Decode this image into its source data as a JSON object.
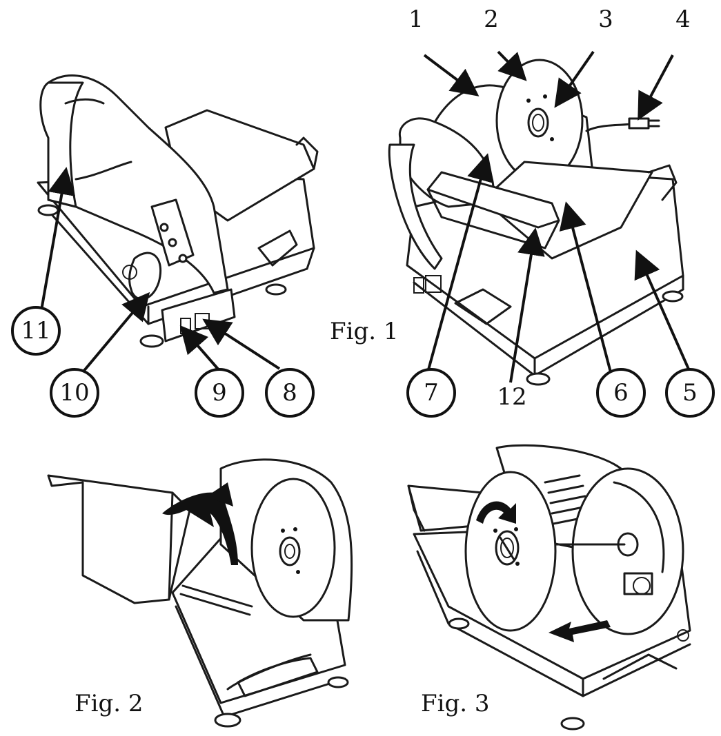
{
  "figures": {
    "fig1": {
      "caption": "Fig. 1"
    },
    "fig2": {
      "caption": "Fig. 2"
    },
    "fig3": {
      "caption": "Fig. 3"
    }
  },
  "callouts_top": [
    "1",
    "2",
    "3",
    "4"
  ],
  "callouts_circled": [
    "5",
    "6",
    "7",
    "8",
    "9",
    "10",
    "11"
  ],
  "callout_plain": "12"
}
